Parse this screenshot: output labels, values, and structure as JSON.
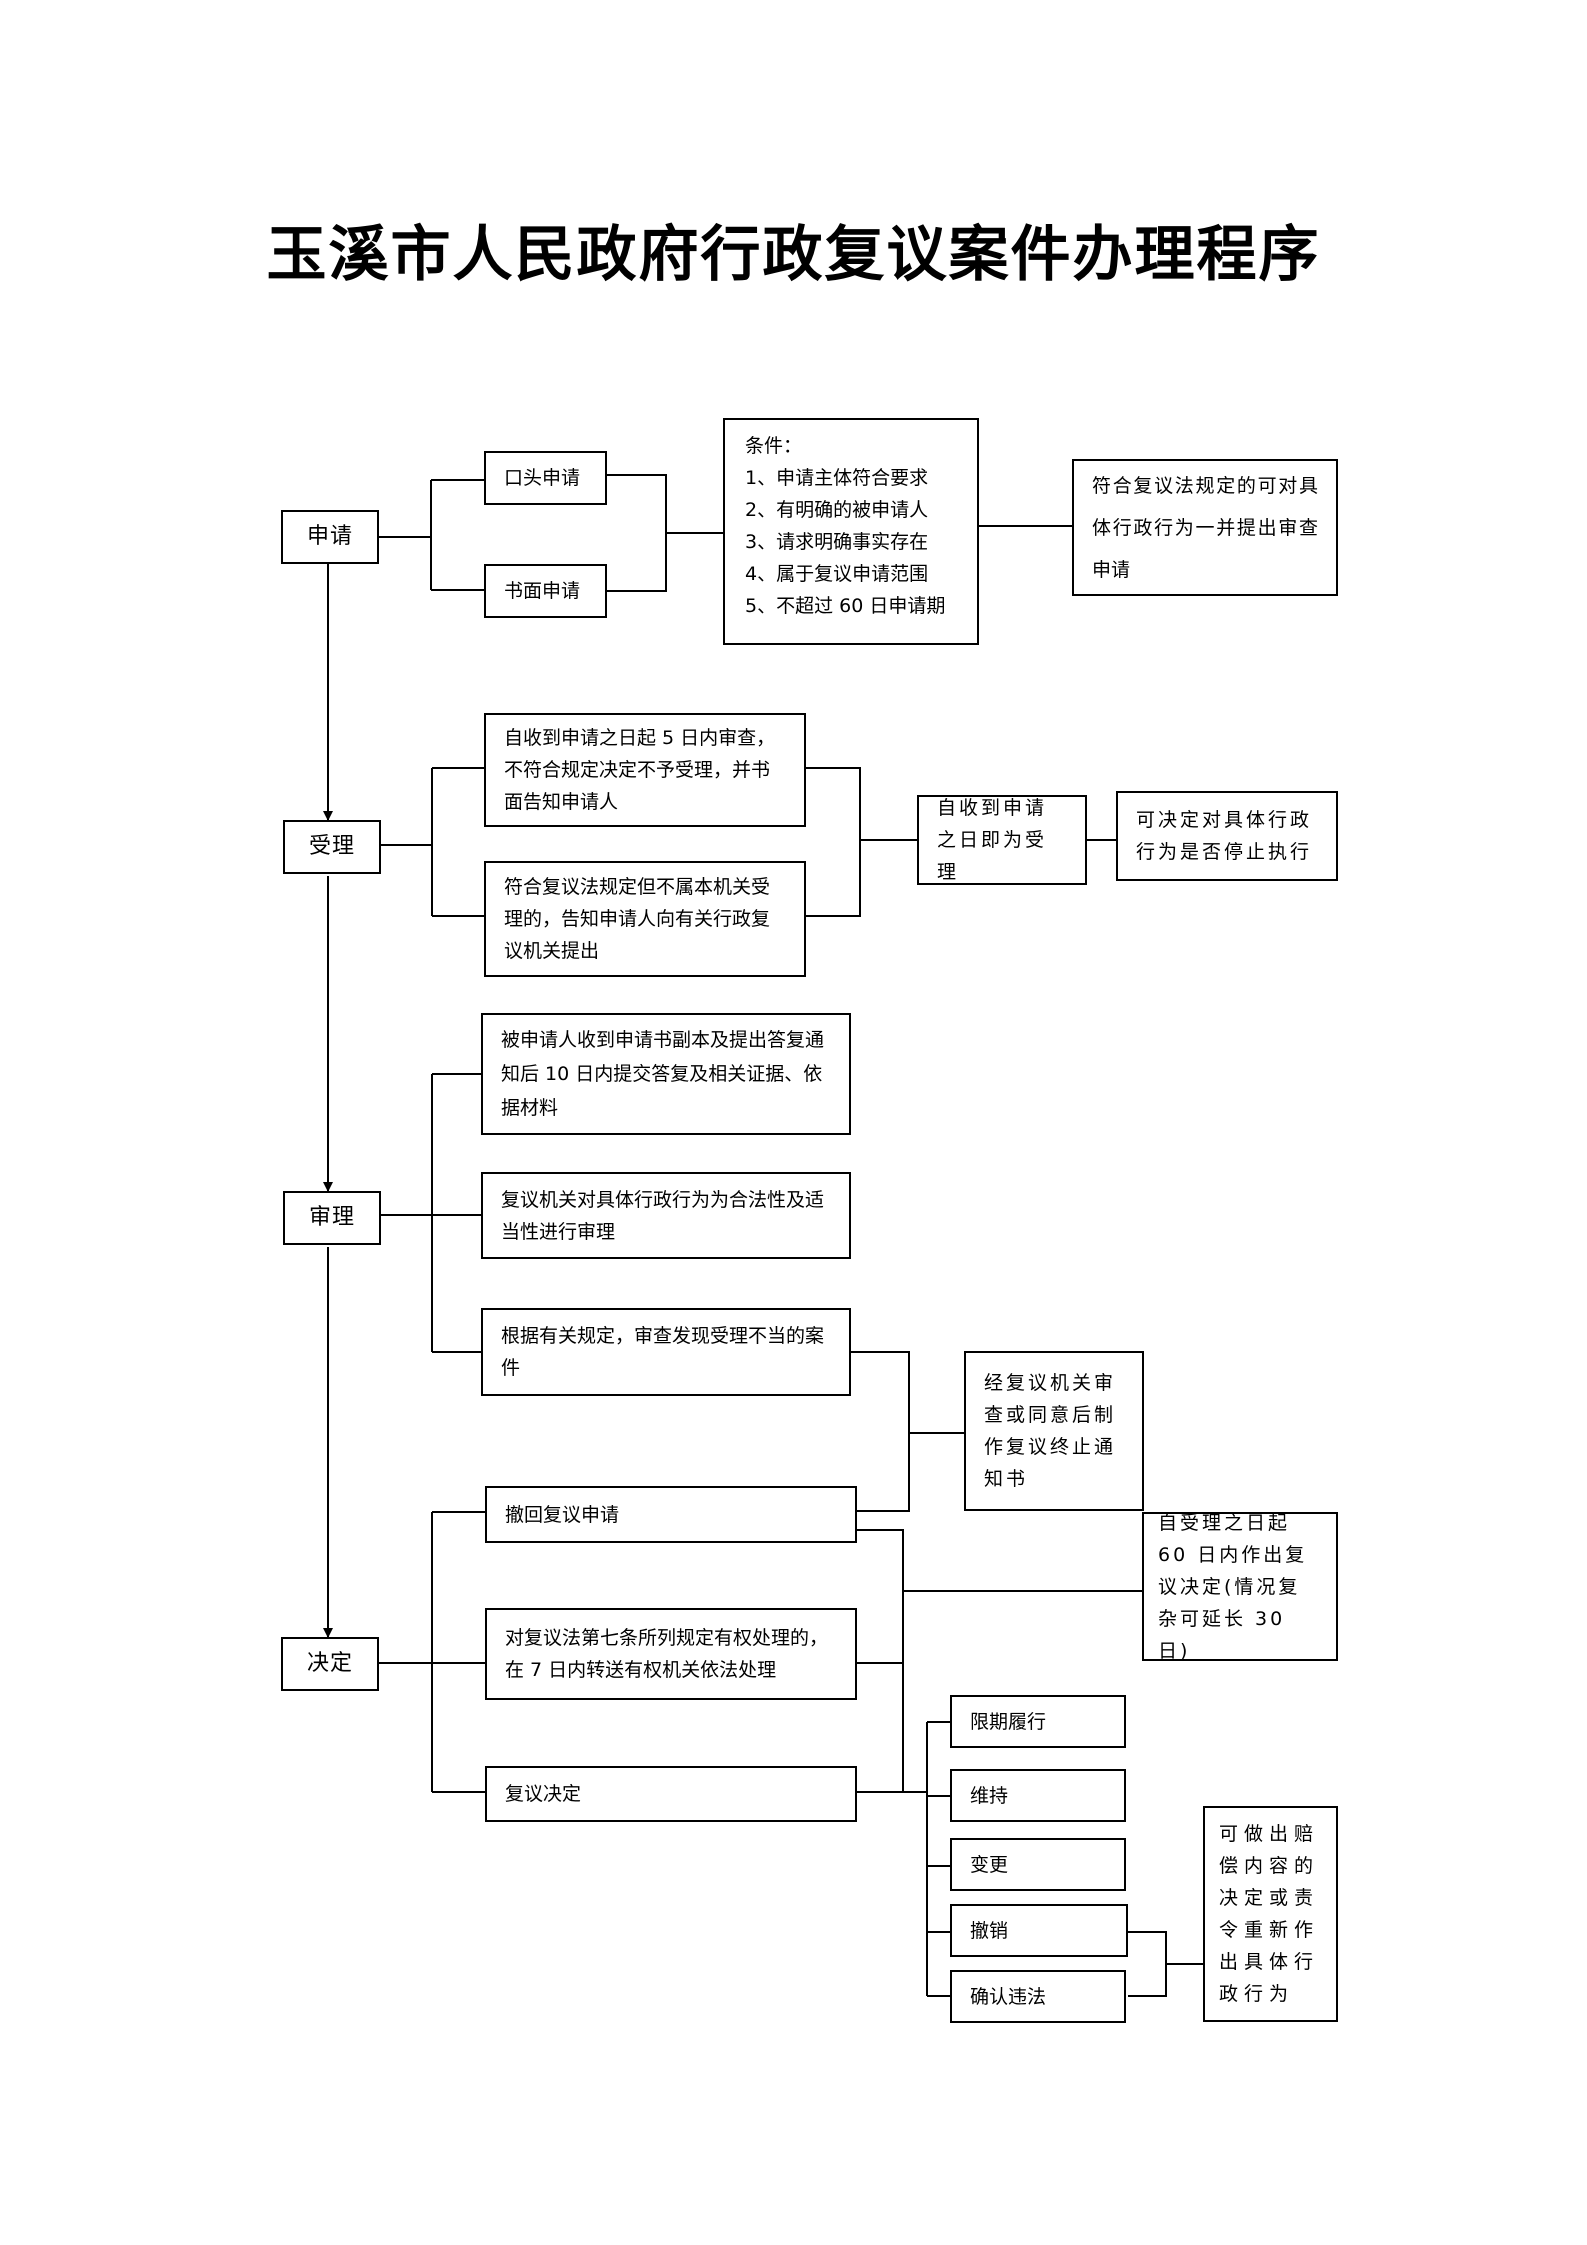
{
  "title": "玉溪市人民政府行政复议案件办理程序",
  "stages": {
    "apply": "申请",
    "accept": "受理",
    "review": "审理",
    "decide": "决定"
  },
  "apply": {
    "oral": "口头申请",
    "written": "书面申请",
    "conditions": "条件：\n1、申请主体符合要求\n2、有明确的被申请人\n3、请求明确事实存在\n4、属于复议申请范围\n5、不超过 60 日申请期",
    "joint_review": "符合复议法规定的可对具体行政行为一并提出审查申请"
  },
  "accept": {
    "five_days": "自收到申请之日起 5 日内审查，不符合规定决定不予受理，并书面告知申请人",
    "not_ours": "符合复议法规定但不属本机关受理的，告知申请人向有关行政复议机关提出",
    "deemed": "自收到申请之日即为受理",
    "suspend": "可决定对具体行政行为是否停止执行"
  },
  "review": {
    "reply": "被申请人收到申请书副本及提出答复通知后 10 日内提交答复及相关证据、依据材料",
    "legality": "复议机关对具体行政行为为合法性及适当性进行审理",
    "improper": "根据有关规定，审查发现受理不当的案件",
    "termination": "经复议机关审查或同意后制作复议终止通知书"
  },
  "decide": {
    "withdraw": "撤回复议申请",
    "transfer": "对复议法第七条所列规定有权处理的，在 7 日内转送有权机关依法处理",
    "decision": "复议决定",
    "deadline": "自受理之日起 60 日内作出复议决定(情况复杂可延长 30 日)",
    "outcomes": [
      "限期履行",
      "维持",
      "变更",
      "撤销",
      "确认违法"
    ],
    "compensation": "可做出赔偿内容的决定或责令重新作出具体行政行为"
  }
}
